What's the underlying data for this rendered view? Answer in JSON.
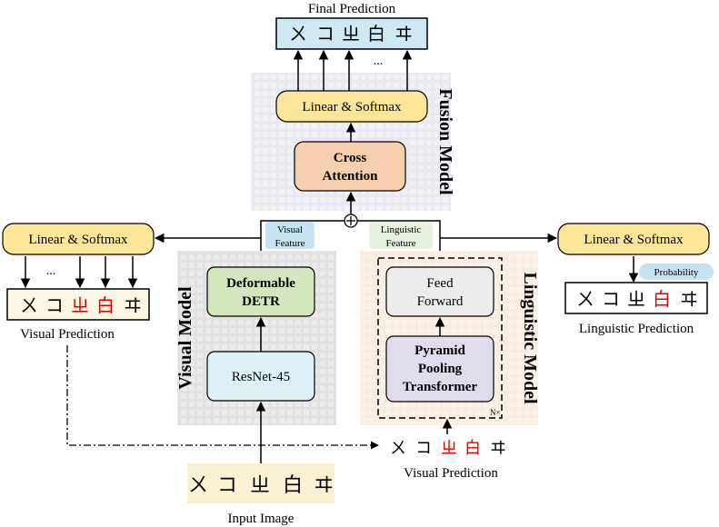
{
  "titles": {
    "final_prediction": "Final Prediction",
    "visual_prediction": "Visual Prediction",
    "linguistic_prediction": "Linguistic Prediction",
    "visual_prediction_bottom": "Visual Prediction",
    "input_image": "Input Image"
  },
  "modules": {
    "fusion_model": "Fusion Model",
    "visual_model": "Visual Model",
    "linguistic_model": "Linguistic Model"
  },
  "blocks": {
    "linear_softmax_fusion": "Linear & Softmax",
    "cross_attention_1": "Cross",
    "cross_attention_2": "Attention",
    "linear_softmax_left": "Linear & Softmax",
    "linear_softmax_right": "Linear & Softmax",
    "deformable_detr_1": "Deformable",
    "deformable_detr_2": "DETR",
    "resnet": "ResNet-45",
    "feed_forward_1": "Feed",
    "feed_forward_2": "Forward",
    "pyramid_1": "Pyramid",
    "pyramid_2": "Pooling",
    "pyramid_3": "Transformer"
  },
  "tags": {
    "visual_feature_1": "Visual",
    "visual_feature_2": "Feature",
    "linguistic_feature_1": "Linguistic",
    "linguistic_feature_2": "Feature",
    "probability": "Probability",
    "nx": "N×",
    "ellipsis_top": "...",
    "ellipsis_left": "..."
  },
  "glyphs": {
    "final": [
      {
        "ch": "ㄨ",
        "color": "#000000"
      },
      {
        "ch": "コ",
        "color": "#000000"
      },
      {
        "ch": "ㄓ",
        "color": "#000000"
      },
      {
        "ch": "白",
        "color": "#000000"
      },
      {
        "ch": "ヰ",
        "color": "#000000"
      }
    ],
    "visual_pred": [
      {
        "ch": "ㄨ",
        "color": "#000000"
      },
      {
        "ch": "コ",
        "color": "#000000"
      },
      {
        "ch": "ㄓ",
        "color": "#e00000"
      },
      {
        "ch": "白",
        "color": "#e00000"
      },
      {
        "ch": "ヰ",
        "color": "#000000"
      }
    ],
    "linguistic_pred": [
      {
        "ch": "ㄨ",
        "color": "#000000"
      },
      {
        "ch": "コ",
        "color": "#000000"
      },
      {
        "ch": "ㄓ",
        "color": "#000000"
      },
      {
        "ch": "白",
        "color": "#e00000"
      },
      {
        "ch": "ヰ",
        "color": "#000000"
      }
    ],
    "bottom_pred": [
      {
        "ch": "ㄨ",
        "color": "#000000"
      },
      {
        "ch": "コ",
        "color": "#000000"
      },
      {
        "ch": "ㄓ",
        "color": "#e00000"
      },
      {
        "ch": "白",
        "color": "#e00000"
      },
      {
        "ch": "ヰ",
        "color": "#000000"
      }
    ],
    "input": [
      {
        "ch": "ㄨ",
        "color": "#000000"
      },
      {
        "ch": "コ",
        "color": "#000000"
      },
      {
        "ch": "ㄓ",
        "color": "#000000"
      },
      {
        "ch": "白",
        "color": "#000000"
      },
      {
        "ch": "ヰ",
        "color": "#000000"
      }
    ]
  },
  "colors": {
    "linear_softmax_fill": "#fde69a",
    "cross_attention_fill": "#f6cfae",
    "detr_fill": "#d4e6bc",
    "resnet_fill": "#dff0f6",
    "feed_forward_fill": "#ededed",
    "pyramid_fill": "#e0dcec",
    "fusion_bg": "#ebe9f0",
    "visual_bg": "#e2e2e2",
    "linguistic_bg": "#f9ede0",
    "final_box_fill": "#cfe9f3",
    "pred_box_fill": "#fdf8e4",
    "input_box_fill": "#fbf1d3",
    "tag_blue": "#c6e3f1",
    "tag_green": "#e6f1e0",
    "highlight_red": "#e00000"
  }
}
